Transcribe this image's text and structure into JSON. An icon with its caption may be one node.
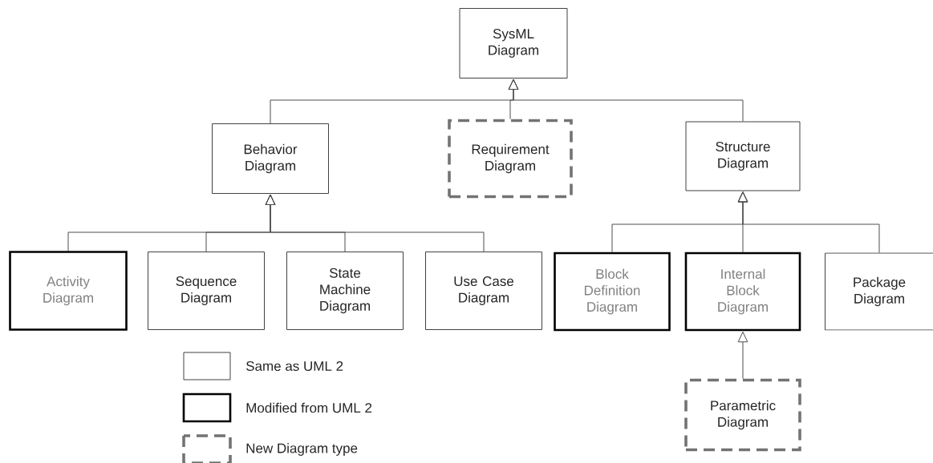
{
  "diagram": {
    "nodes": [
      {
        "text": [
          "SysML Diagram"
        ]
      },
      {
        "text": [
          "Behavior Diagram"
        ]
      },
      {
        "text": [
          "Requirement Diagram"
        ]
      },
      {
        "text": [
          "Structure Diagram"
        ]
      },
      {
        "text": [
          "Activity Diagram"
        ]
      },
      {
        "text": [
          "Sequence Diagram"
        ]
      },
      {
        "text": [
          "State Machine Diagram"
        ]
      },
      {
        "text": [
          "Use Case Diagram"
        ]
      },
      {
        "text": [
          "Block Definition Diagram"
        ]
      },
      {
        "text": [
          "Internal Block Diagram"
        ]
      },
      {
        "text": [
          "Package Diagram"
        ]
      },
      {
        "text": [
          "Parametric Diagram"
        ]
      }
    ],
    "edges": [
      {
        "from": 1,
        "to": 0,
        "arrow": "to"
      },
      {
        "from": 2,
        "to": 0,
        "arrow": "to"
      },
      {
        "from": 3,
        "to": 0,
        "arrow": "to"
      },
      {
        "from": 4,
        "to": 1,
        "arrow": "to"
      },
      {
        "from": 5,
        "to": 1,
        "arrow": "to"
      },
      {
        "from": 6,
        "to": 1,
        "arrow": "to"
      },
      {
        "from": 7,
        "to": 1,
        "arrow": "to"
      },
      {
        "from": 8,
        "to": 3,
        "arrow": "to"
      },
      {
        "from": 9,
        "to": 3,
        "arrow": "to"
      },
      {
        "from": 10,
        "to": 3,
        "arrow": "to"
      },
      {
        "from": 11,
        "to": 9,
        "arrow": "to"
      }
    ],
    "legend": [
      {
        "text": "Same as UML 2"
      },
      {
        "text": "Modified from UML 2"
      },
      {
        "text": "New Diagram type"
      }
    ]
  }
}
